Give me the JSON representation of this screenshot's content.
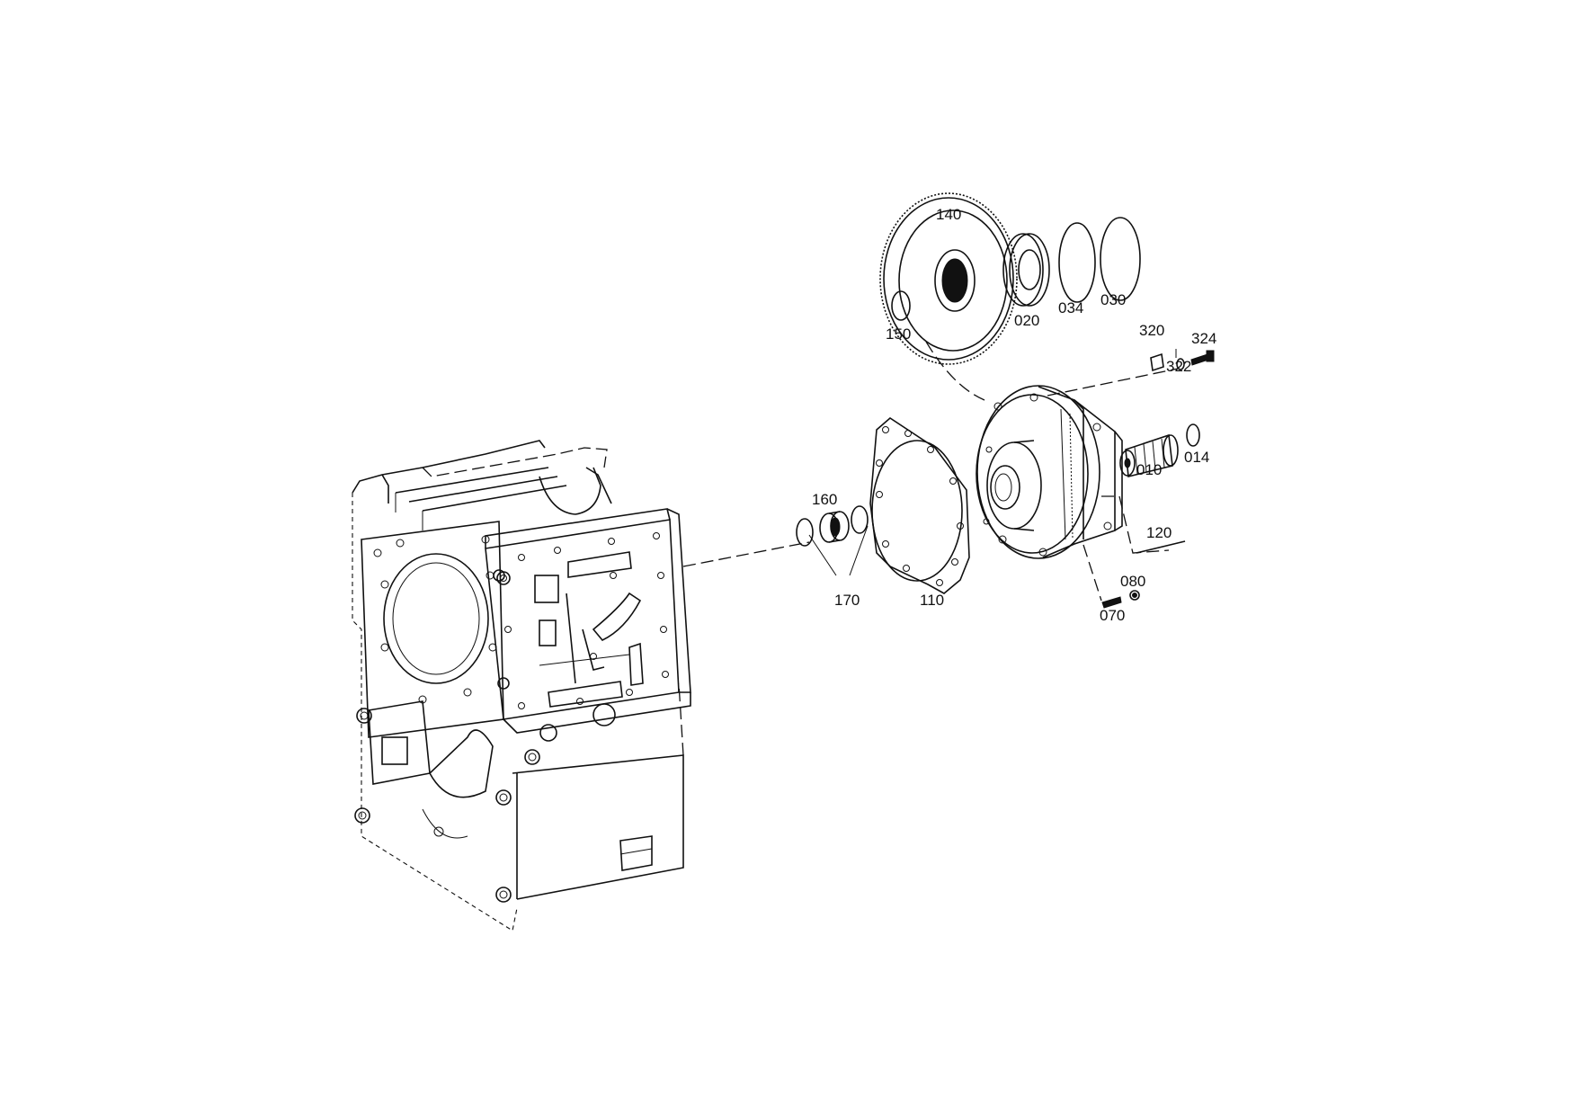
{
  "parts": [
    {
      "id": "p140",
      "number": "140"
    },
    {
      "id": "p150",
      "number": "150"
    },
    {
      "id": "p020",
      "number": "020"
    },
    {
      "id": "p034",
      "number": "034"
    },
    {
      "id": "p030",
      "number": "030"
    },
    {
      "id": "p320",
      "number": "320"
    },
    {
      "id": "p324",
      "number": "324"
    },
    {
      "id": "p322",
      "number": "322"
    },
    {
      "id": "p010",
      "number": "010"
    },
    {
      "id": "p014",
      "number": "014"
    },
    {
      "id": "p160",
      "number": "160"
    },
    {
      "id": "p170",
      "number": "170"
    },
    {
      "id": "p110",
      "number": "110"
    },
    {
      "id": "p120",
      "number": "120"
    },
    {
      "id": "p080",
      "number": "080"
    },
    {
      "id": "p070",
      "number": "070"
    }
  ]
}
